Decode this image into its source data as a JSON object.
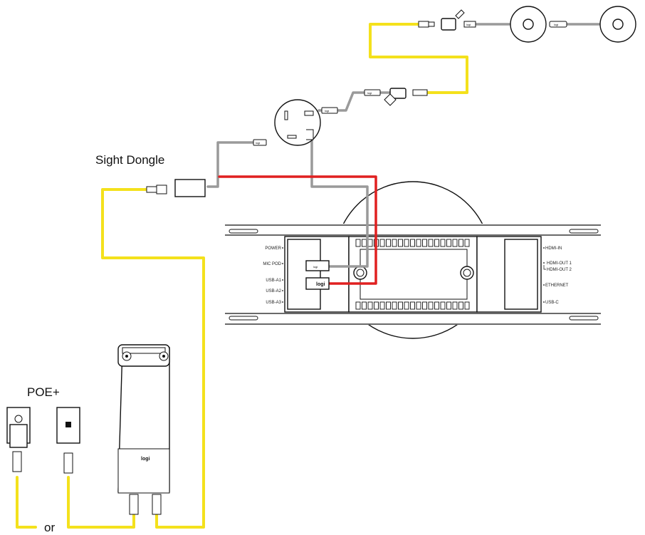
{
  "labels": {
    "sight_dongle": "Sight Dongle",
    "poe": "POE+",
    "or": "or"
  },
  "rally_bar_ports_left": [
    "POWER",
    "MIC POD",
    "USB-A1",
    "USB-A2",
    "USB-A3"
  ],
  "rally_bar_ports_right": [
    "HDMI-IN",
    "HDMI-OUT 1",
    "HDMI-OUT 2",
    "ETHERNET",
    "USB-C"
  ],
  "brand": {
    "logo_text": "logi"
  },
  "colors": {
    "ethernet_cable": "#f4e11c",
    "mic_cable": "#9a9a9a",
    "usb_cable": "#e02020"
  },
  "icons": [
    "wall-outlet-icon",
    "ethernet-wall-jack-icon",
    "rj45-connector-icon",
    "mic-pod-icon",
    "camera-icon",
    "usb-connector-icon"
  ]
}
